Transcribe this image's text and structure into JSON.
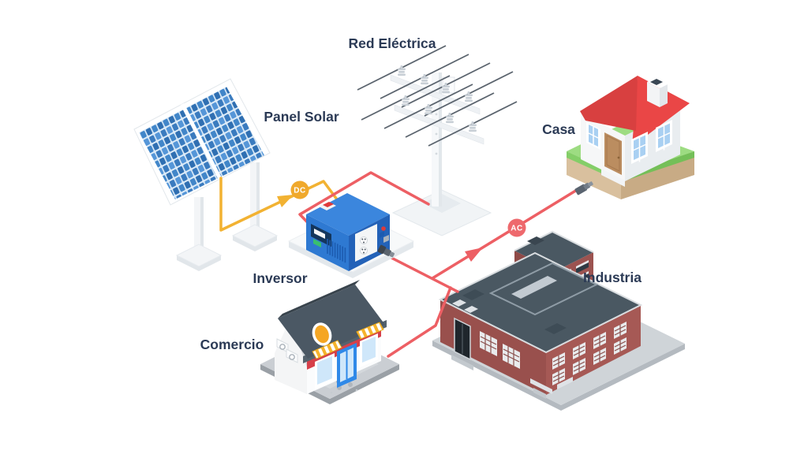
{
  "diagram": {
    "title_hint": "Sistema de energía solar",
    "labels": {
      "grid": "Red Eléctrica",
      "panel": "Panel Solar",
      "house": "Casa",
      "inverter": "Inversor",
      "industry": "Industria",
      "commerce": "Comercio"
    },
    "badges": {
      "dc": "DC",
      "ac": "AC"
    },
    "colors": {
      "label_text": "#2b3a55",
      "dc_wire": "#f2b232",
      "dc_badge": "#f0a92c",
      "ac_wire": "#ed5f64",
      "ac_badge": "#ee696d",
      "panel_cell_blue": "#3c7fc6",
      "inverter_blue": "#2e79d2",
      "house_roof_red": "#ea4646",
      "industry_brick": "#a05454",
      "commerce_roof": "#4b5864",
      "awning_yellow": "#f6b32b",
      "grass_green": "#9ddc82"
    }
  }
}
